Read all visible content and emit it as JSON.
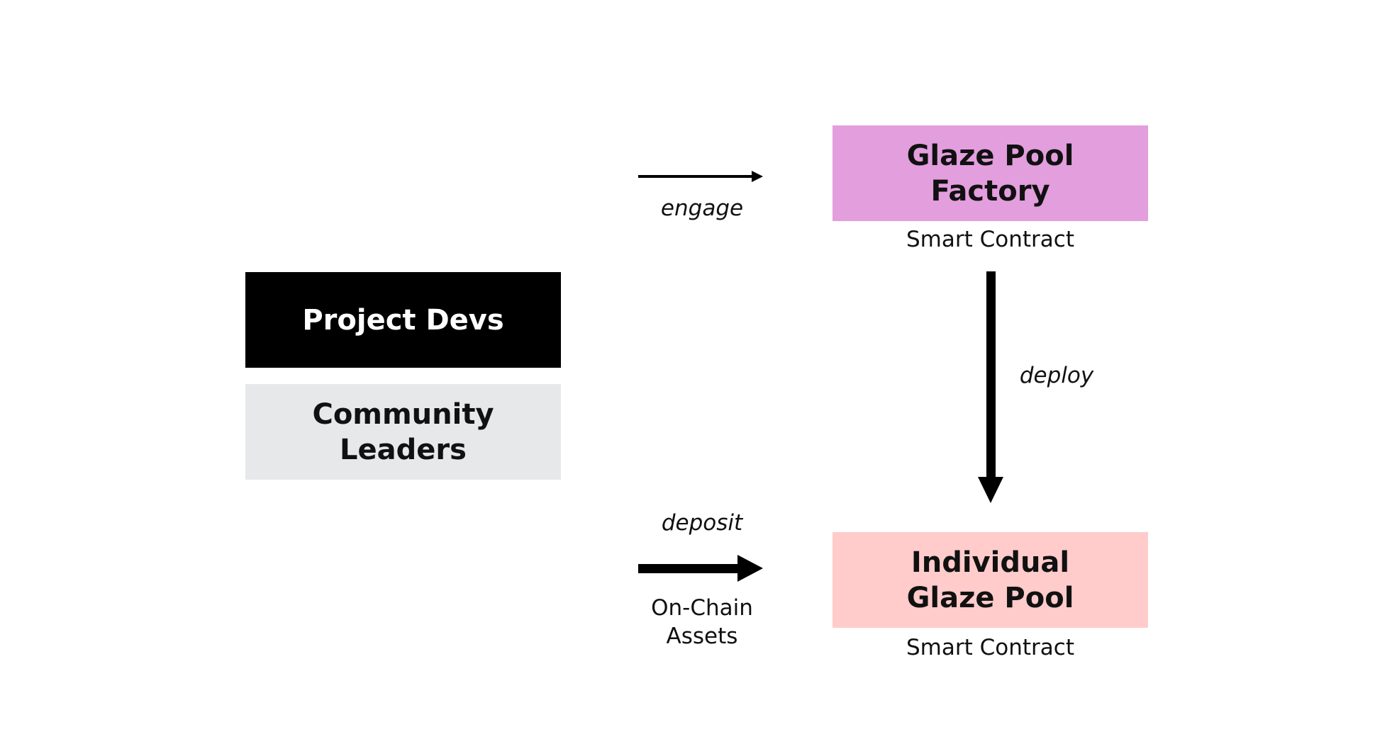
{
  "nodes": {
    "project_devs": {
      "label": "Project Devs",
      "fill": "#000000"
    },
    "community_leaders": {
      "label": "Community Leaders",
      "fill": "#e6e8ea"
    },
    "factory": {
      "label": "Glaze Pool\nFactory",
      "caption": "Smart Contract",
      "fill": "#e39ede"
    },
    "pool": {
      "label": "Individual\nGlaze Pool",
      "caption": "Smart Contract",
      "fill": "#ffcbcb"
    }
  },
  "edges": {
    "engage": {
      "label": "engage"
    },
    "deploy": {
      "label": "deploy"
    },
    "deposit": {
      "label": "deposit",
      "sublabel": "On-Chain\nAssets"
    }
  }
}
